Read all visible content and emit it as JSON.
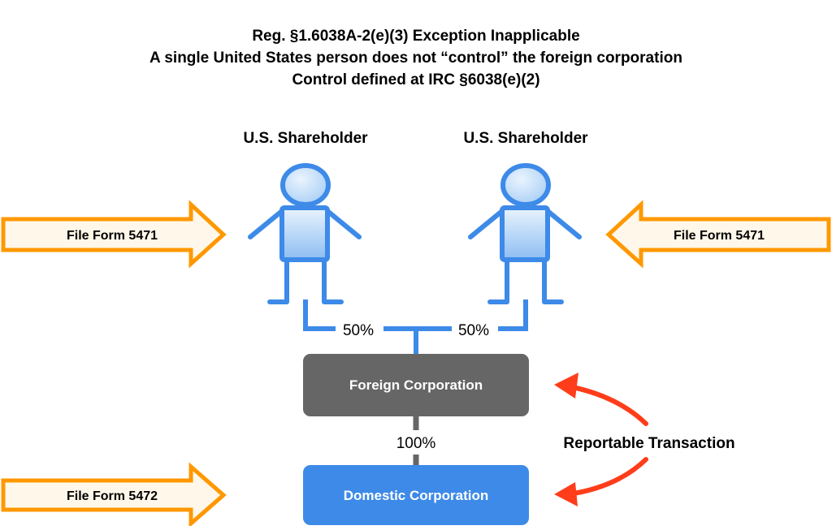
{
  "title": {
    "line1": "Reg. §1.6038A-2(e)(3) Exception Inapplicable",
    "line2": "A single United States person does not “control” the foreign corporation",
    "line3": "Control defined at IRC §6038(e)(2)"
  },
  "shareholders": [
    {
      "label": "U.S. Shareholder",
      "ownership": "50%",
      "form_arrow": "File Form 5471",
      "icon": "person-icon"
    },
    {
      "label": "U.S. Shareholder",
      "ownership": "50%",
      "form_arrow": "File Form 5471",
      "icon": "person-icon"
    }
  ],
  "foreign_corporation": {
    "label": "Foreign Corporation"
  },
  "domestic_corporation": {
    "label": "Domestic Corporation",
    "form_arrow": "File Form 5472"
  },
  "link": {
    "ownership": "100%"
  },
  "reportable_transaction": {
    "label": "Reportable Transaction"
  },
  "colors": {
    "person_stroke": "#3d8ae8",
    "person_fill": "#9fc9f5",
    "connector": "#3d8ae8",
    "foreign_box": "#666666",
    "domestic_box": "#3d8ae8",
    "form_arrow_stroke": "#ff9800",
    "form_arrow_fill": "#fff8ea",
    "transaction_arrow": "#ff3d1a",
    "vertical_link": "#666666"
  }
}
